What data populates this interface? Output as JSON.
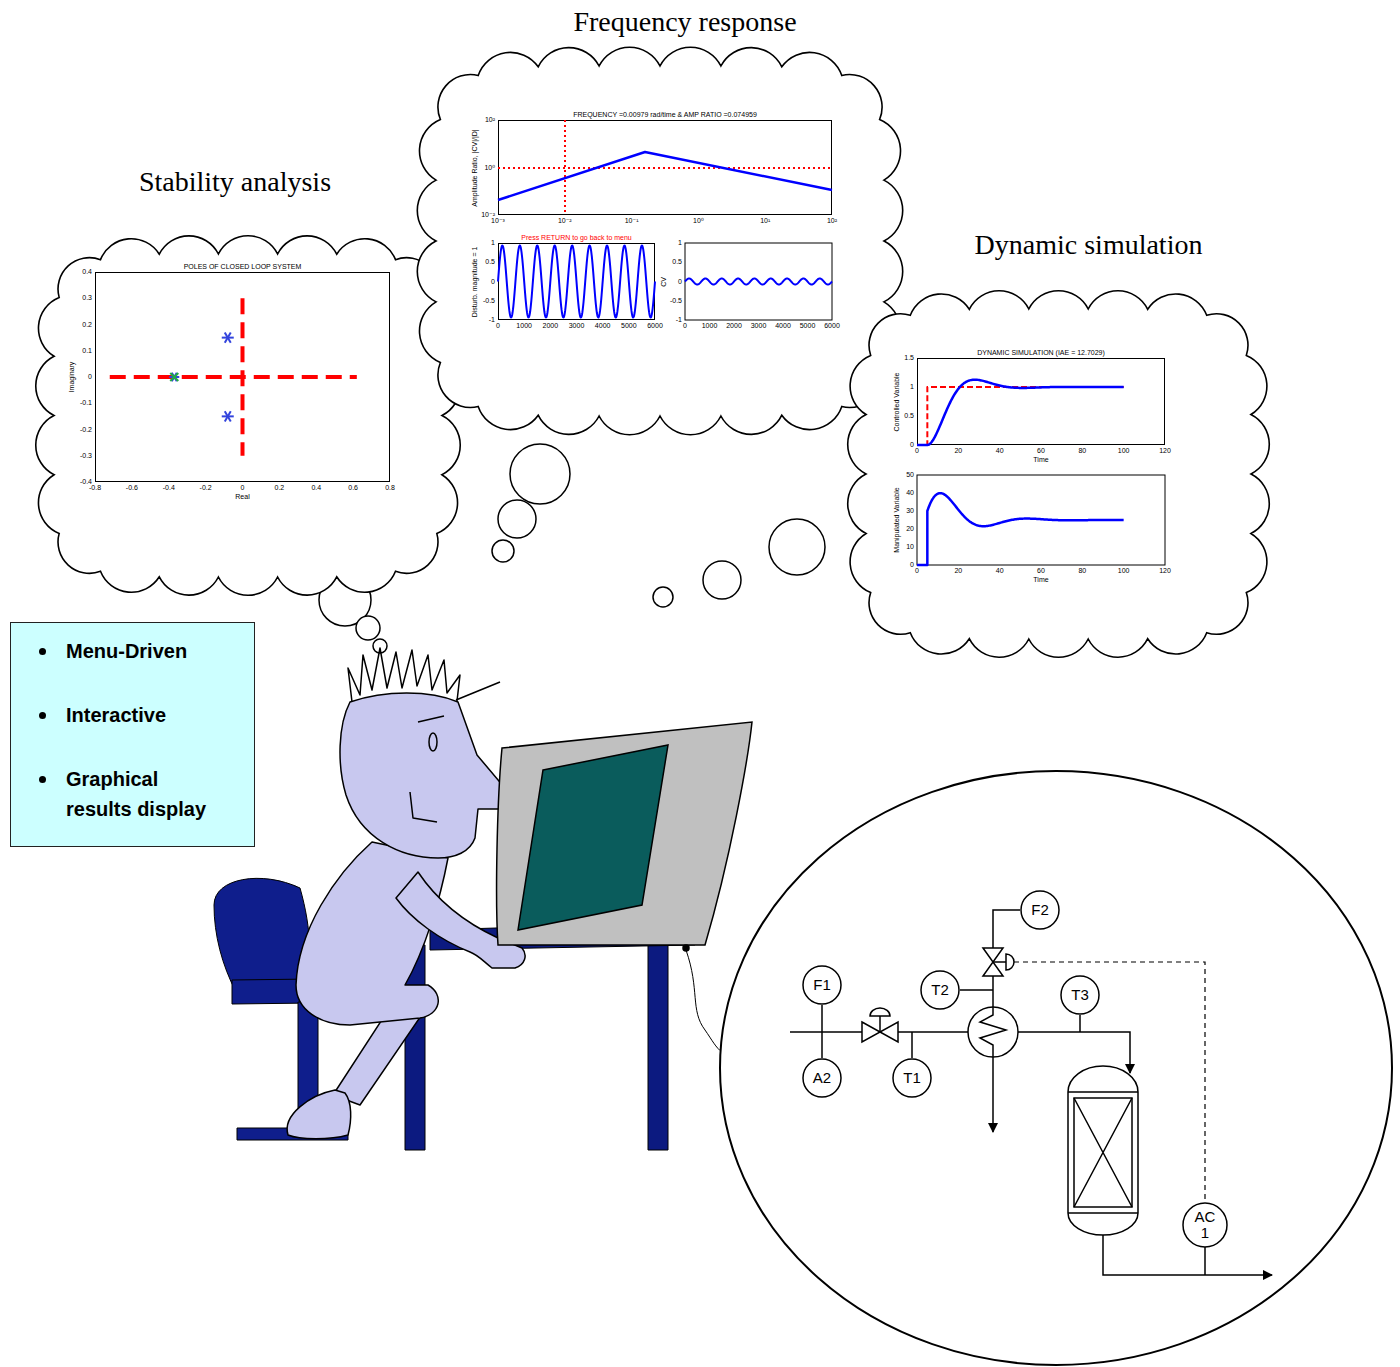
{
  "diagram": {
    "nodes": [
      {
        "text": [
          "Stability analysis"
        ]
      },
      {
        "text": [
          "POLES OF CLOSED LOOP SYSTEM"
        ],
        "in": 0
      },
      {
        "text": [
          "Frequency response"
        ]
      },
      {
        "text": [
          "FREQUENCY =0.00979 rad/time & AMP RATIO =0.074959"
        ],
        "in": 2
      },
      {
        "text": [
          "Press RETURN to go back to menu"
        ],
        "in": 2
      },
      {
        "text": [
          "Dynamic simulation"
        ]
      },
      {
        "text": [
          "DYNAMIC SIMULATION (IAE = 12.7029)"
        ],
        "in": 5
      },
      {
        "text": [
          "Menu-Driven",
          "Interactive",
          "Graphical results display"
        ]
      },
      {
        "text": [
          "F1"
        ]
      },
      {
        "text": [
          "A2"
        ]
      },
      {
        "text": [
          "T1"
        ]
      },
      {
        "text": [
          "T2"
        ]
      },
      {
        "text": [
          "F2"
        ]
      },
      {
        "text": [
          "T3"
        ]
      },
      {
        "text": [
          "AC 1"
        ]
      }
    ],
    "edges": [
      {
        "from": 8,
        "to": 9,
        "arrow": "none"
      }
    ],
    "labels": [
      "Imaginary",
      "Real",
      "0.4",
      "0.3",
      "0.2",
      "0.1",
      "0",
      "-0.1",
      "-0.2",
      "-0.3",
      "-0.4",
      "-0.8",
      "-0.6",
      "-0.4",
      "-0.2",
      "0",
      "0.2",
      "0.4",
      "0.6",
      "0.8",
      "Amplitude Ratio, |CV|/|D|",
      "10²",
      "10⁰",
      "10⁻²",
      "10⁻³",
      "10⁻²",
      "10⁻¹",
      "10⁰",
      "10¹",
      "10²",
      "Disturb. magnitude = 1",
      "1",
      "0.5",
      "0",
      "-0.5",
      "-1",
      "0",
      "1000",
      "2000",
      "3000",
      "4000",
      "5000",
      "6000",
      "CV",
      "1",
      "0.5",
      "0",
      "-0.5",
      "-1",
      "0",
      "1000",
      "2000",
      "3000",
      "4000",
      "5000",
      "6000",
      "Controlled Variable",
      "Time",
      "1.5",
      "1",
      "0.5",
      "0",
      "0",
      "20",
      "40",
      "60",
      "80",
      "100",
      "120",
      "Manipulated Variable",
      "Time",
      "50",
      "40",
      "30",
      "20",
      "10",
      "0",
      "0",
      "20",
      "40",
      "60",
      "80",
      "100",
      "120"
    ]
  }
}
